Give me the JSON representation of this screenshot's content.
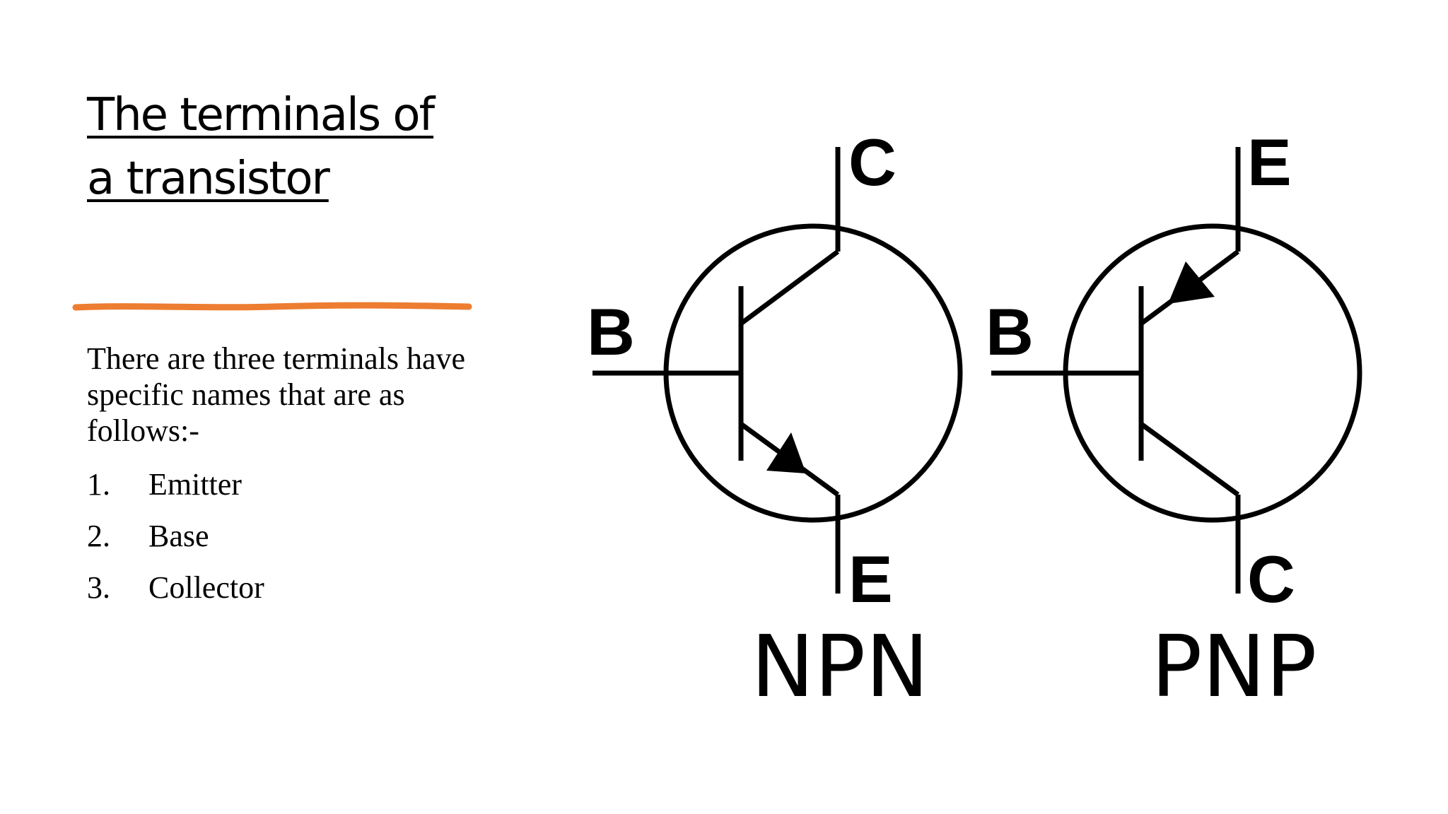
{
  "slide": {
    "title_line1": "The terminals of",
    "title_line2": "a transistor",
    "accent_color": "#ED7D31",
    "intro": "There are three terminals have specific names that are as follows:-",
    "terminals": [
      {
        "num": "1.",
        "name": "Emitter"
      },
      {
        "num": "2.",
        "name": "Base"
      },
      {
        "num": "3.",
        "name": "Collector"
      }
    ]
  },
  "diagram": {
    "npn": {
      "type_label": "NPN",
      "collector_label": "C",
      "base_label": "B",
      "emitter_label": "E"
    },
    "pnp": {
      "type_label": "PNP",
      "emitter_label": "E",
      "base_label": "B",
      "collector_label": "C"
    }
  }
}
